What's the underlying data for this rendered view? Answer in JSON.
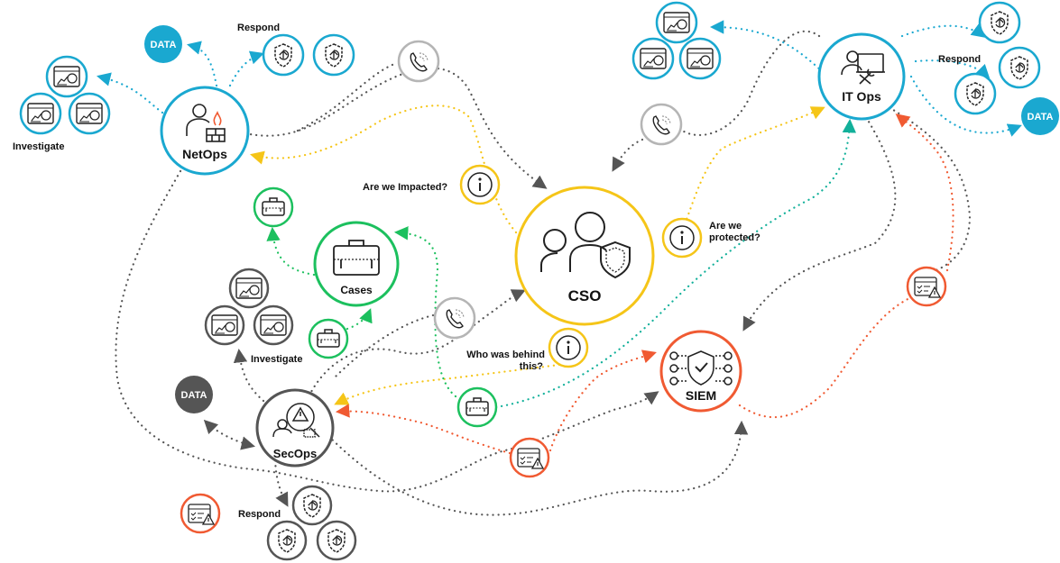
{
  "colors": {
    "cyan": "#1aa8d0",
    "yellow": "#f5c518",
    "green": "#1cc05e",
    "teal": "#12b09a",
    "orange": "#f05a32",
    "gray": "#555555",
    "light_gray": "#b5b5b5",
    "dark": "#222222"
  },
  "nodes": {
    "netops": {
      "label": "NetOps",
      "icon": "engineer-firewall-icon"
    },
    "itops": {
      "label": "IT Ops",
      "icon": "engineer-wrench-icon"
    },
    "cso": {
      "label": "CSO",
      "icon": "users-shield-icon"
    },
    "cases": {
      "label": "Cases",
      "icon": "briefcase-icon"
    },
    "secops": {
      "label": "SecOps",
      "icon": "analyst-alert-icon"
    },
    "siem": {
      "label": "SIEM",
      "icon": "shield-check-network-icon"
    }
  },
  "labels": {
    "respond_netops": "Respond",
    "investigate_netops": "Investigate",
    "respond_itops": "Respond",
    "investigate_secops": "Investigate",
    "respond_secops": "Respond",
    "data": "DATA",
    "impacted": "Are we Impacted?",
    "protected_1": "Are we",
    "protected_2": "protected?",
    "who_1": "Who was behind",
    "who_2": "this?"
  }
}
